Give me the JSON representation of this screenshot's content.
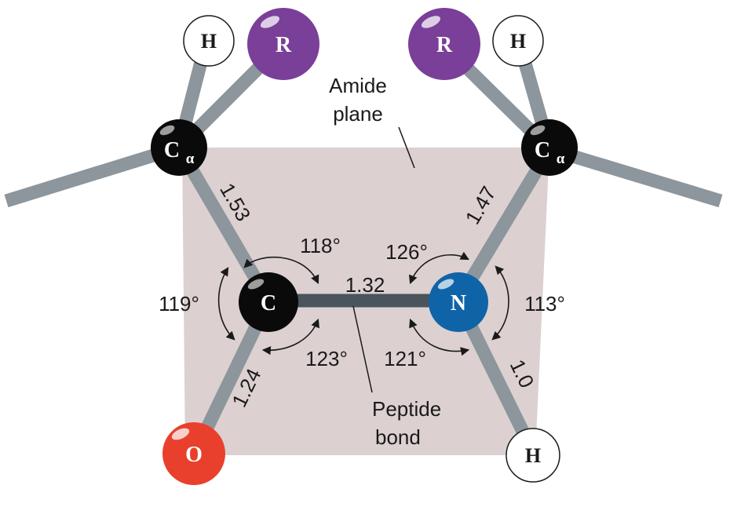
{
  "atoms": {
    "h_top_left": "H",
    "r_left": "R",
    "r_right": "R",
    "h_top_right": "H",
    "ca_left": "C",
    "ca_right": "C",
    "alpha_sub": "α",
    "carbonyl_c": "C",
    "amide_n": "N",
    "carbonyl_o": "O",
    "amide_h": "H"
  },
  "bond_lengths": {
    "ca_c": "1.53",
    "n_ca": "1.47",
    "c_n": "1.32",
    "c_o": "1.24",
    "n_h": "1.0"
  },
  "bond_angles": {
    "ca_c_n": "118°",
    "ca_c_o": "119°",
    "o_c_n": "123°",
    "c_n_ca": "126°",
    "ca_n_h": "113°",
    "c_n_h": "121°"
  },
  "callouts": {
    "amide_plane_line1": "Amide",
    "amide_plane_line2": "plane",
    "peptide_bond_line1": "Peptide",
    "peptide_bond_line2": "bond"
  },
  "colors": {
    "plane": "#dcd0d0",
    "bond": "#8c969c",
    "carbon": "#0a0a0a",
    "nitrogen": "#0f64a8",
    "oxygen": "#e8402c",
    "r_group": "#7a3f98",
    "hydrogen": "#ffffff"
  }
}
